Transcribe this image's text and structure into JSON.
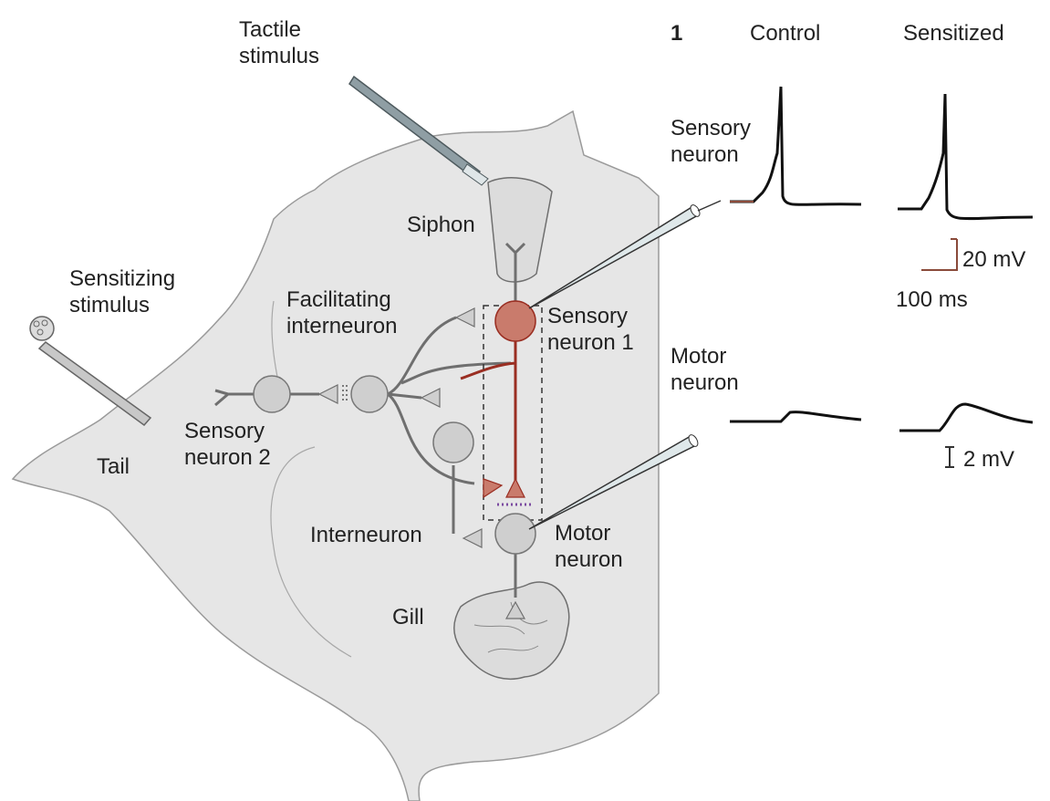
{
  "labels": {
    "tactile_stimulus": "Tactile\nstimulus",
    "siphon": "Siphon",
    "sensitizing_stimulus": "Sensitizing\nstimulus",
    "facilitating_interneuron": "Facilitating\ninterneuron",
    "sensory_neuron_1": "Sensory\nneuron 1",
    "sensory_neuron_2": "Sensory\nneuron 2",
    "tail": "Tail",
    "interneuron": "Interneuron",
    "motor_neuron": "Motor\nneuron",
    "gill": "Gill"
  },
  "recordings": {
    "panel_number": "1",
    "col_control": "Control",
    "col_sensitized": "Sensitized",
    "row_sensory": "Sensory\nneuron",
    "row_motor": "Motor\nneuron",
    "scale_voltage_sensory": "20 mV",
    "scale_time": "100 ms",
    "scale_voltage_motor": "2 mV"
  },
  "colors": {
    "body_fill": "#e6e6e6",
    "neuron_fill": "#cfcfcf",
    "sensory_neuron_1": "#c97b6c",
    "red_axon": "#9a2e22",
    "gray_axon": "#6f6f6f",
    "trace": "#111111"
  }
}
